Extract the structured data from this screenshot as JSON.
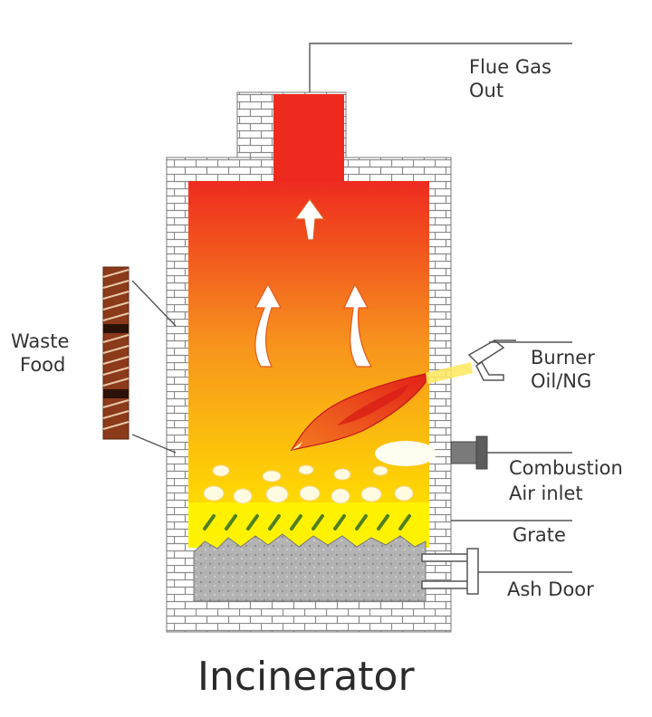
{
  "title": "Incinerator",
  "labels": {
    "flue_gas_line1": "Flue Gas",
    "flue_gas_line2": "Out",
    "waste_food_line1": "Waste",
    "waste_food_line2": "Food",
    "burner_line1": "Burner",
    "burner_line2": "Oil/NG",
    "combustion_line1": "Combustion",
    "combustion_line2": "Air inlet",
    "grate": "Grate",
    "ash_door": "Ash Door"
  },
  "colors": {
    "brick_fill": "#ffffff",
    "brick_mortar": "#8a8a8a",
    "flame_top": "#ee2a1f",
    "flame_mid": "#f7941d",
    "flame_bottom": "#fff200",
    "ash": "#b3b3b3",
    "waste_block": "#8b3a1a"
  }
}
